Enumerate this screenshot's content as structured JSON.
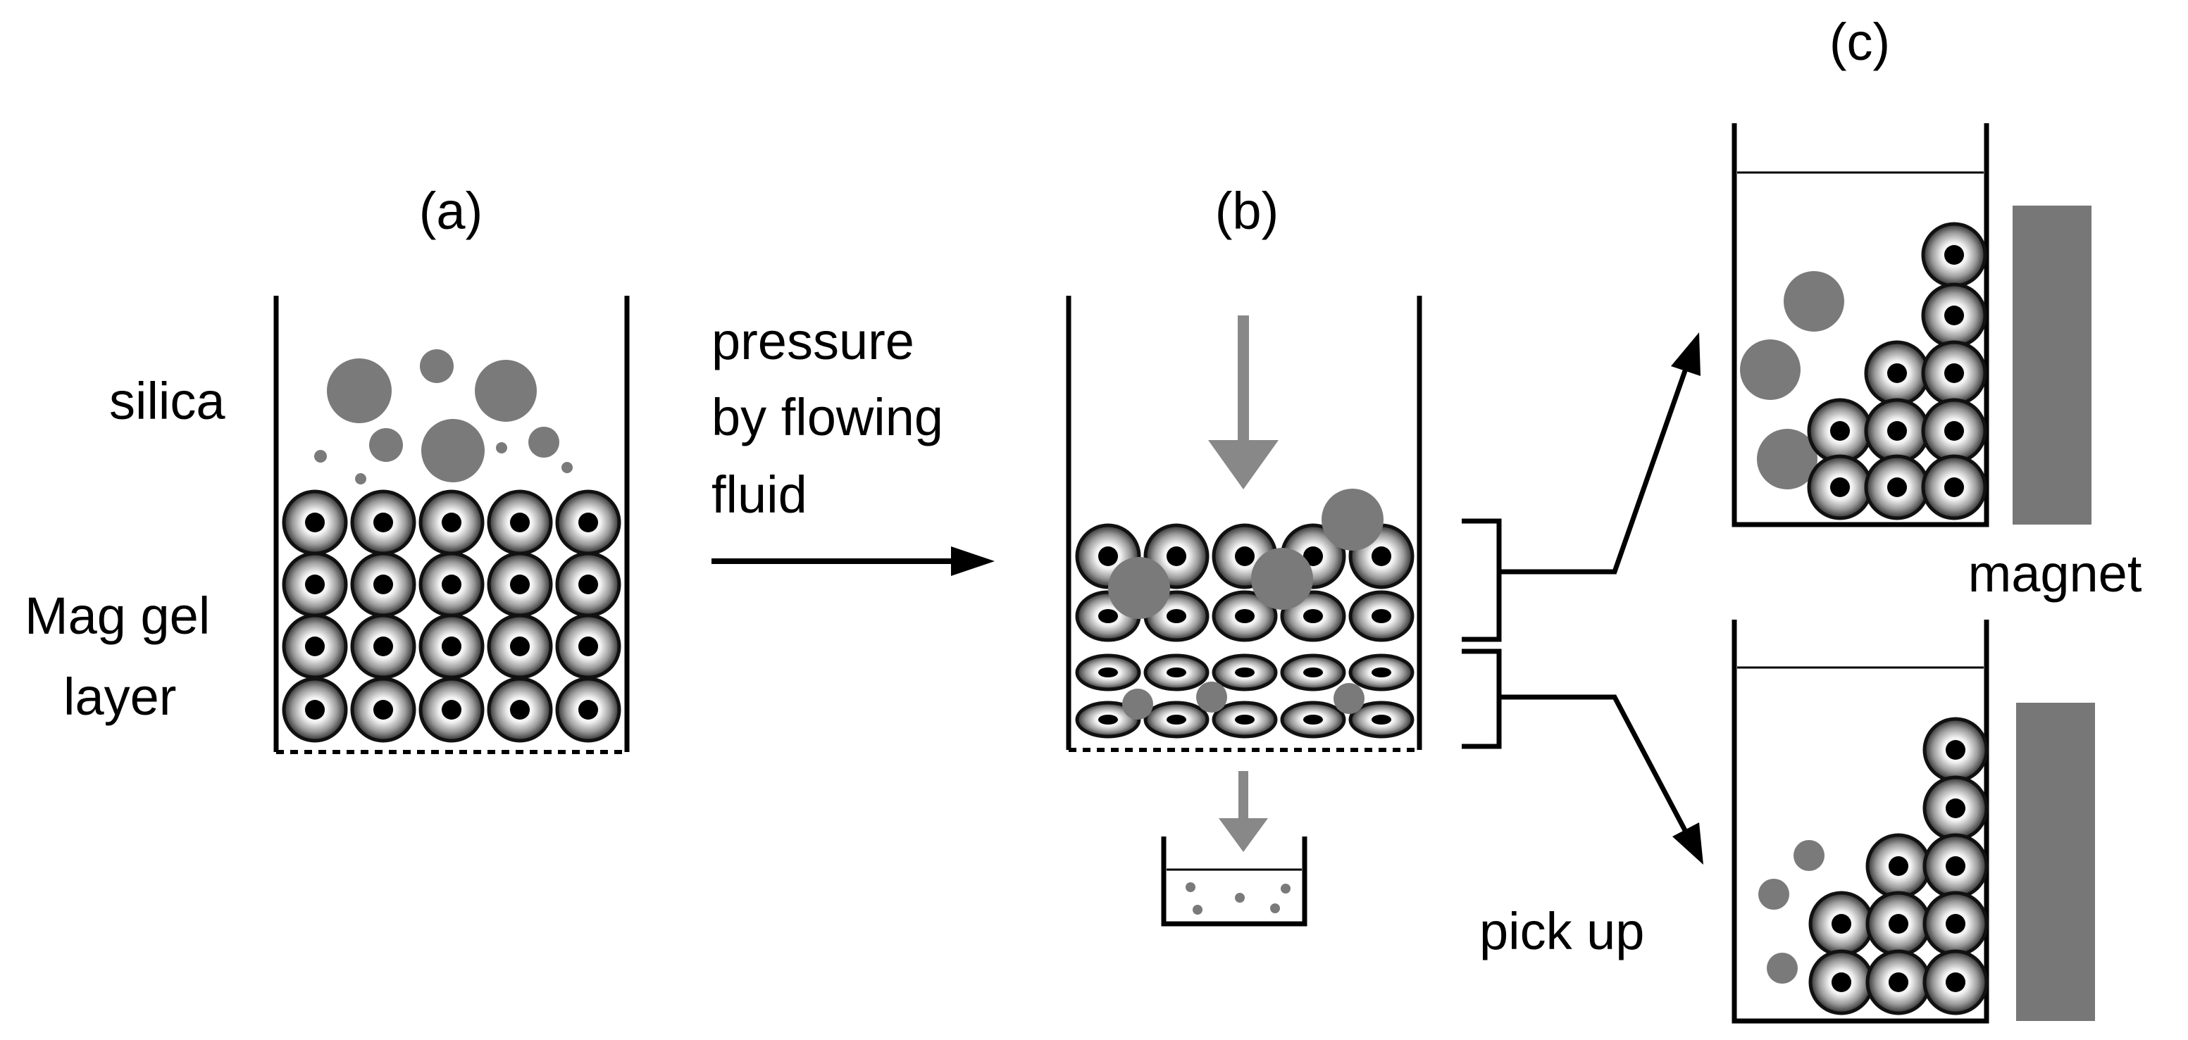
{
  "panels": {
    "a": {
      "label": "(a)"
    },
    "b": {
      "label": "(b)"
    },
    "c": {
      "label": "(c)"
    }
  },
  "labels": {
    "silica": "silica",
    "mag_gel_line1": "Mag gel",
    "mag_gel_line2": "layer",
    "pressure_line1": "pressure",
    "pressure_line2": "by flowing",
    "pressure_line3": "fluid",
    "magnet": "magnet",
    "pick_up": "pick up"
  },
  "colors": {
    "silica": "#7a7a7a",
    "arrow_gray": "#888888",
    "magnet": "#777777",
    "outline": "#000000"
  }
}
